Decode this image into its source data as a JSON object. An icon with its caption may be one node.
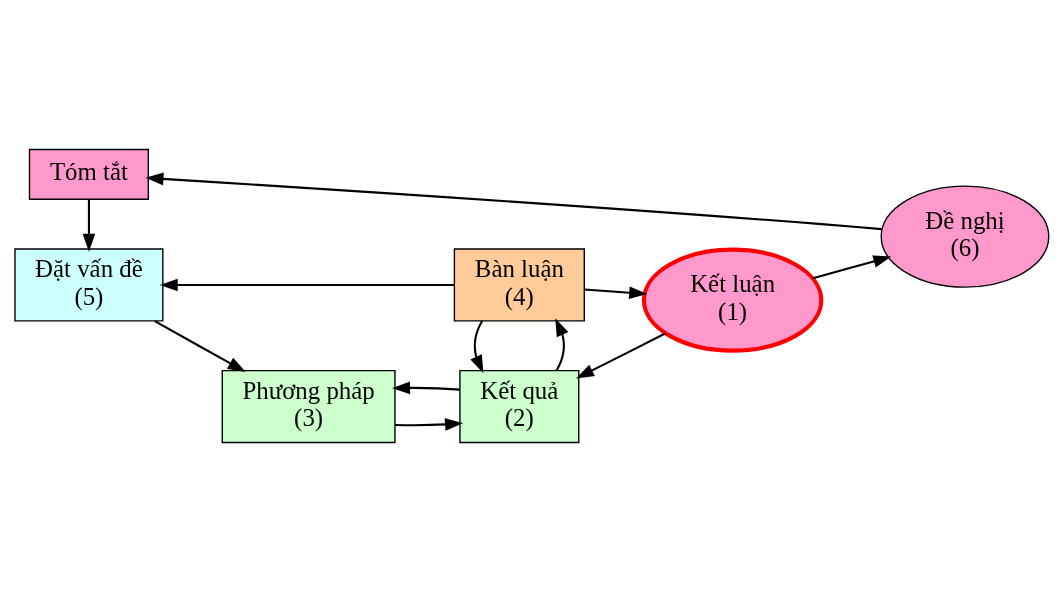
{
  "diagram": {
    "nodes": [
      {
        "text": [
          "Tóm tắt"
        ]
      },
      {
        "text": [
          "Đặt vấn đề",
          "(5)"
        ]
      },
      {
        "text": [
          "Phương pháp",
          "(3)"
        ]
      },
      {
        "text": [
          "Kết quả",
          "(2)"
        ]
      },
      {
        "text": [
          "Bàn luận",
          "(4)"
        ]
      },
      {
        "text": [
          "Kết luận",
          "(1)"
        ]
      },
      {
        "text": [
          "Đề nghị",
          "(6)"
        ]
      }
    ],
    "edges": [
      {
        "from": 0,
        "to": 1,
        "arrow": "to"
      },
      {
        "from": 1,
        "to": 2,
        "arrow": "to"
      },
      {
        "from": 2,
        "to": 3,
        "arrow": "to"
      },
      {
        "from": 3,
        "to": 2,
        "arrow": "to"
      },
      {
        "from": 3,
        "to": 4,
        "arrow": "to"
      },
      {
        "from": 4,
        "to": 3,
        "arrow": "to"
      },
      {
        "from": 4,
        "to": 1,
        "arrow": "to"
      },
      {
        "from": 4,
        "to": 5,
        "arrow": "to"
      },
      {
        "from": 5,
        "to": 3,
        "arrow": "to"
      },
      {
        "from": 5,
        "to": 6,
        "arrow": "to"
      },
      {
        "from": 6,
        "to": 0,
        "arrow": "to"
      }
    ]
  }
}
